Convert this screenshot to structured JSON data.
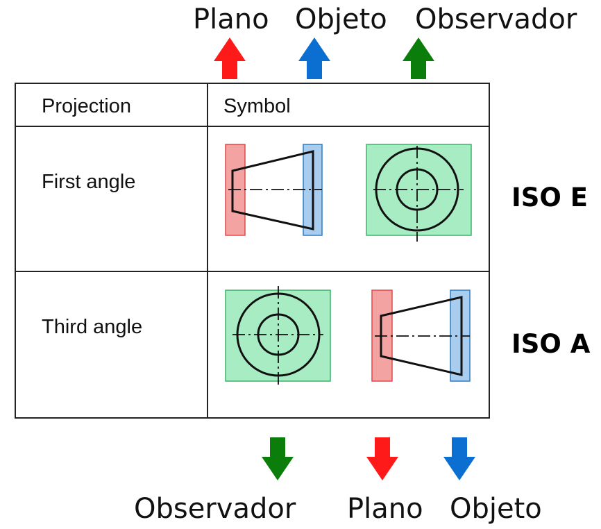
{
  "top_arrows": [
    {
      "label": "Plano",
      "color": "#ff1a1a"
    },
    {
      "label": "Objeto",
      "color": "#0a6fd0"
    },
    {
      "label": "Observador",
      "color": "#0a7d0a"
    }
  ],
  "bottom_arrows": [
    {
      "label": "Observador",
      "color": "#0a7d0a"
    },
    {
      "label": "Plano",
      "color": "#ff1a1a"
    },
    {
      "label": "Objeto",
      "color": "#0a6fd0"
    }
  ],
  "table": {
    "header": {
      "projection": "Projection",
      "symbol": "Symbol"
    },
    "rows": [
      {
        "projection": "First angle",
        "standard": "ISO E"
      },
      {
        "projection": "Third angle",
        "standard": "ISO A"
      }
    ]
  },
  "colors": {
    "plane_fill": "#f4a3a3",
    "plane_stroke": "#e04848",
    "object_fill": "#a9cdee",
    "object_stroke": "#2f7cc4",
    "view_fill": "#a8ecc4",
    "view_stroke": "#3cb46a"
  }
}
